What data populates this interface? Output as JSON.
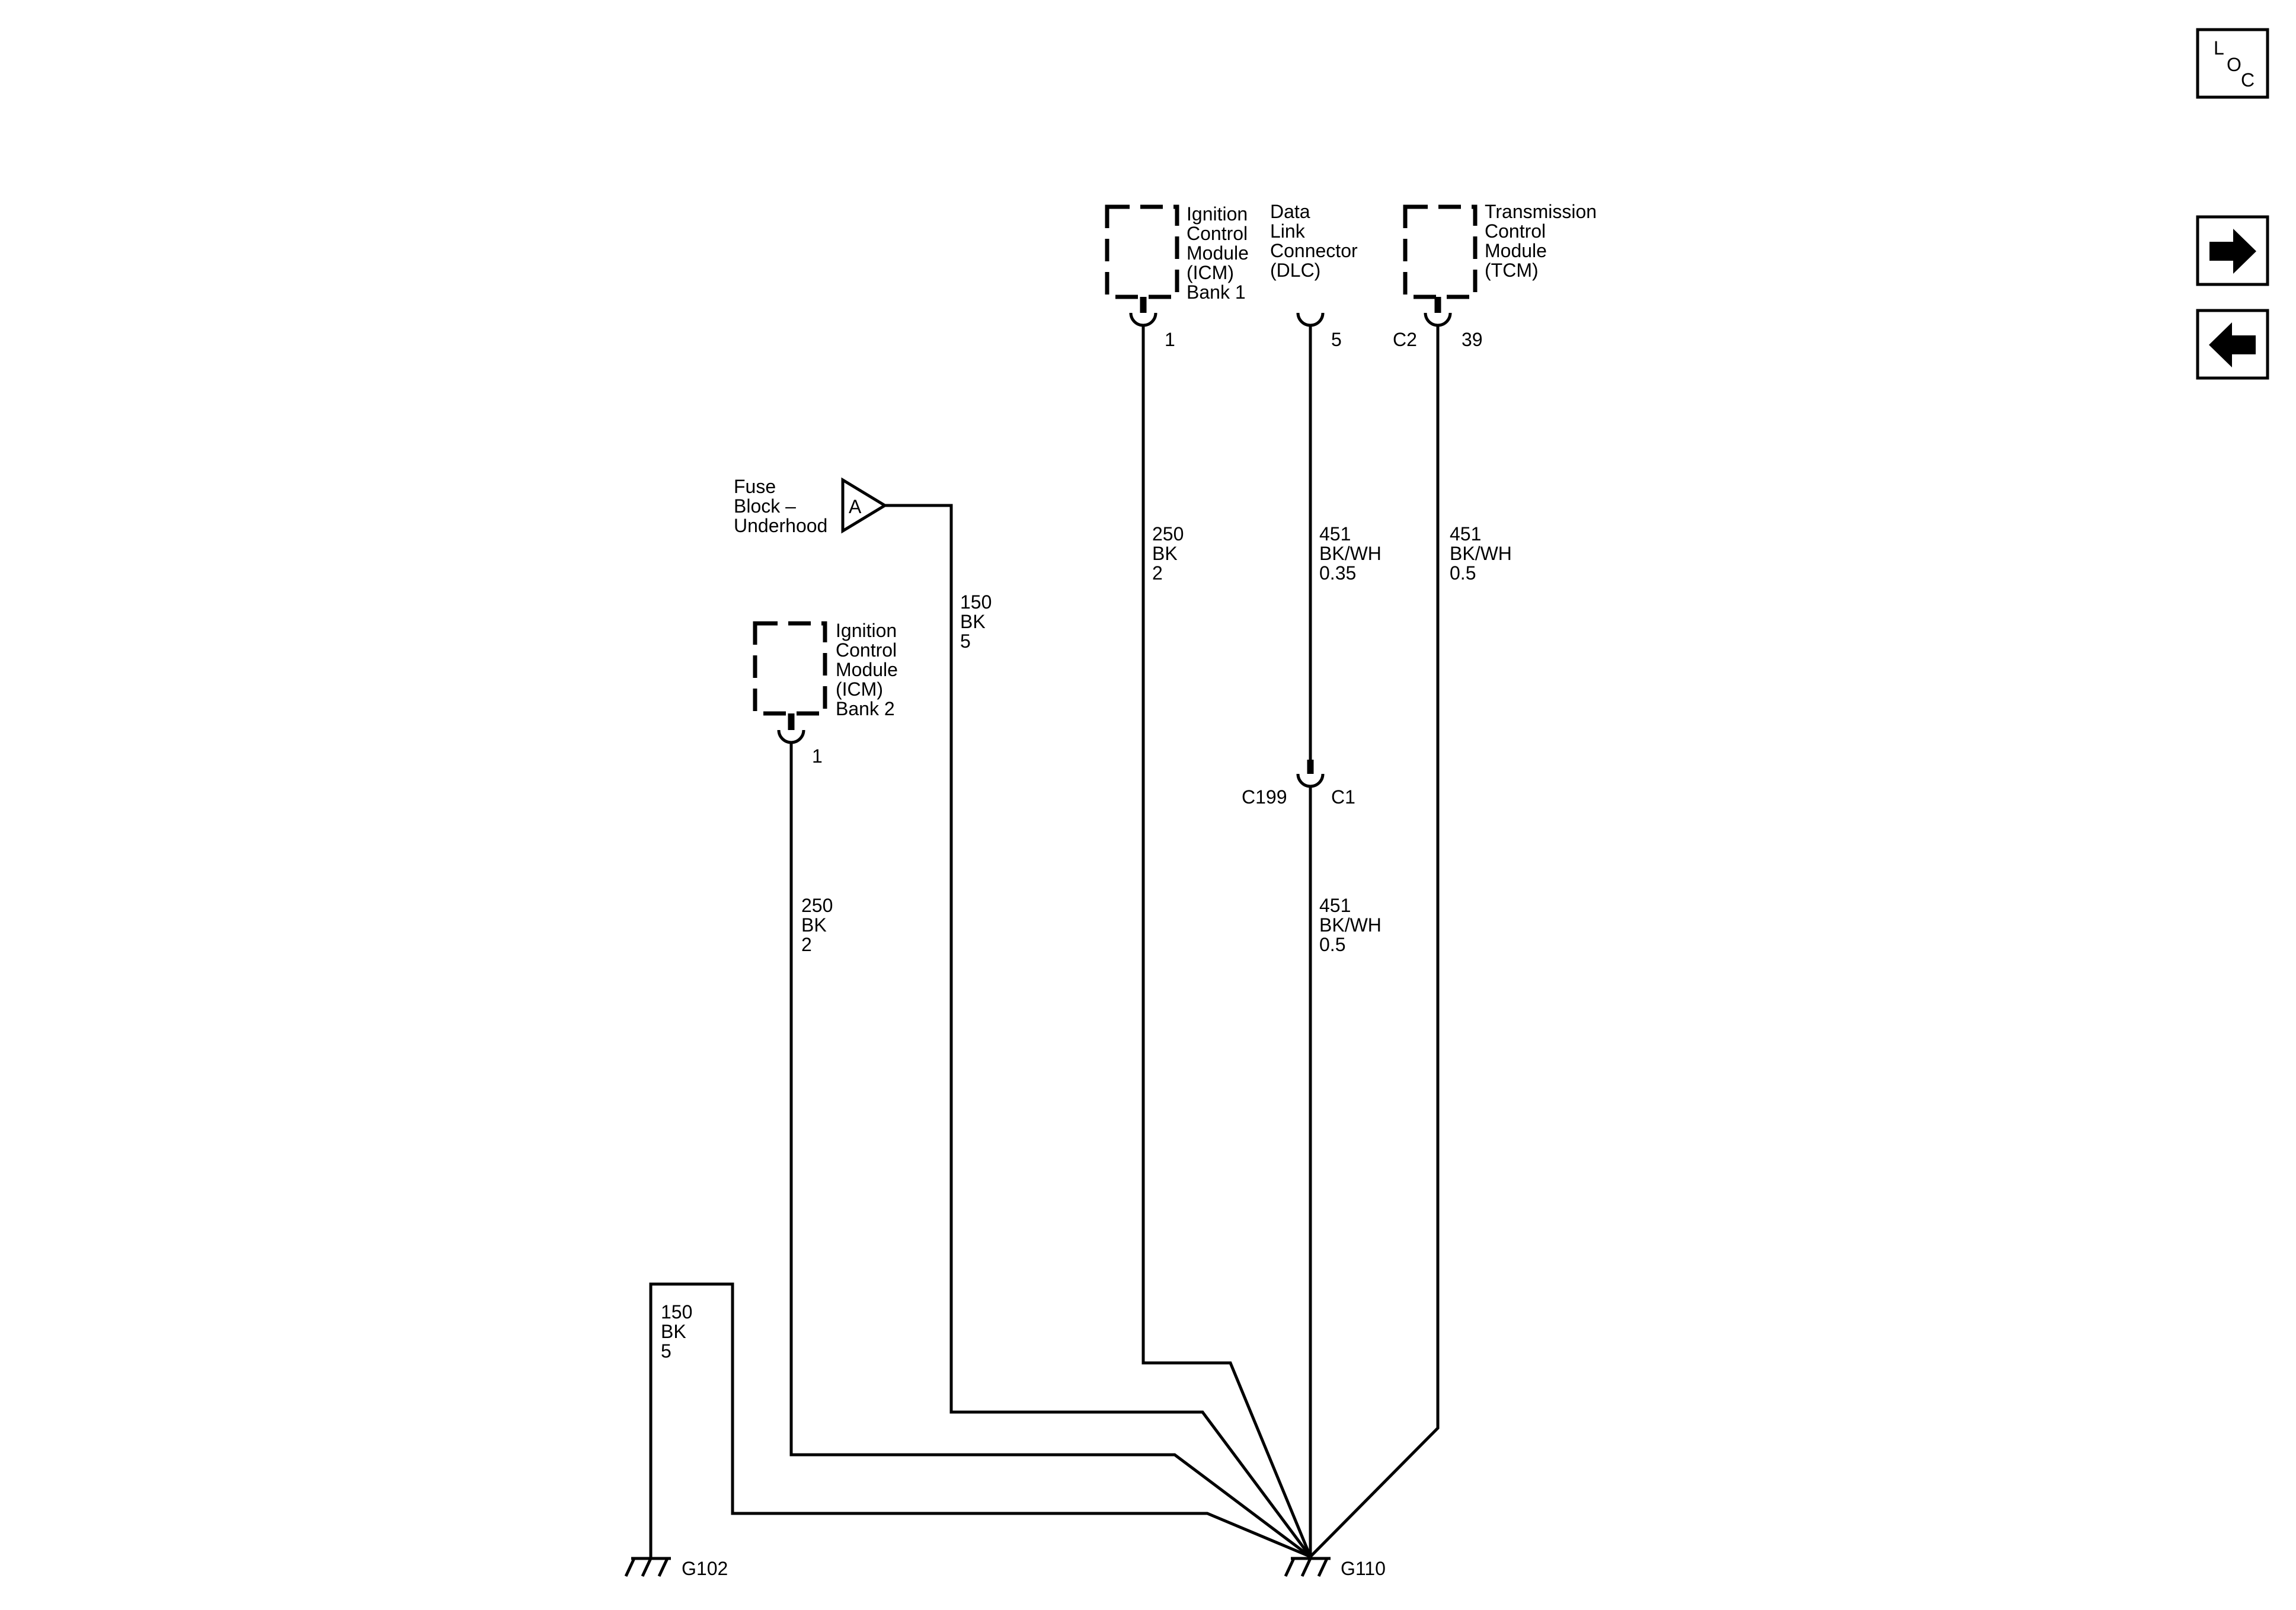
{
  "nav": {
    "loc_letters": [
      "L",
      "O",
      "C"
    ],
    "next_icon": "arrow-right-icon",
    "prev_icon": "arrow-left-icon"
  },
  "components": {
    "icm_bank1": {
      "label": [
        "Ignition",
        "Control",
        "Module",
        "(ICM)",
        "Bank 1"
      ],
      "pin": "1"
    },
    "dlc": {
      "label": [
        "Data",
        "Link",
        "Connector",
        "(DLC)"
      ],
      "pin": "5"
    },
    "tcm": {
      "label": [
        "Transmission",
        "Control",
        "Module",
        "(TCM)"
      ],
      "connector": "C2",
      "pin": "39"
    },
    "icm_bank2": {
      "label": [
        "Ignition",
        "Control",
        "Module",
        "(ICM)",
        "Bank 2"
      ],
      "pin": "1"
    },
    "fuse_block": {
      "label": [
        "Fuse",
        "Block –",
        "Underhood"
      ],
      "ref": "A"
    },
    "c199": {
      "connector": "C199",
      "pin": "C1"
    }
  },
  "wires": {
    "icm1": [
      "250",
      "BK",
      "2"
    ],
    "dlc_upper": [
      "451",
      "BK/WH",
      "0.35"
    ],
    "tcm": [
      "451",
      "BK/WH",
      "0.5"
    ],
    "fuse": [
      "150",
      "BK",
      "5"
    ],
    "icm2": [
      "250",
      "BK",
      "2"
    ],
    "dlc_lower": [
      "451",
      "BK/WH",
      "0.5"
    ],
    "g102": [
      "150",
      "BK",
      "5"
    ]
  },
  "grounds": {
    "g102": "G102",
    "g110": "G110"
  }
}
